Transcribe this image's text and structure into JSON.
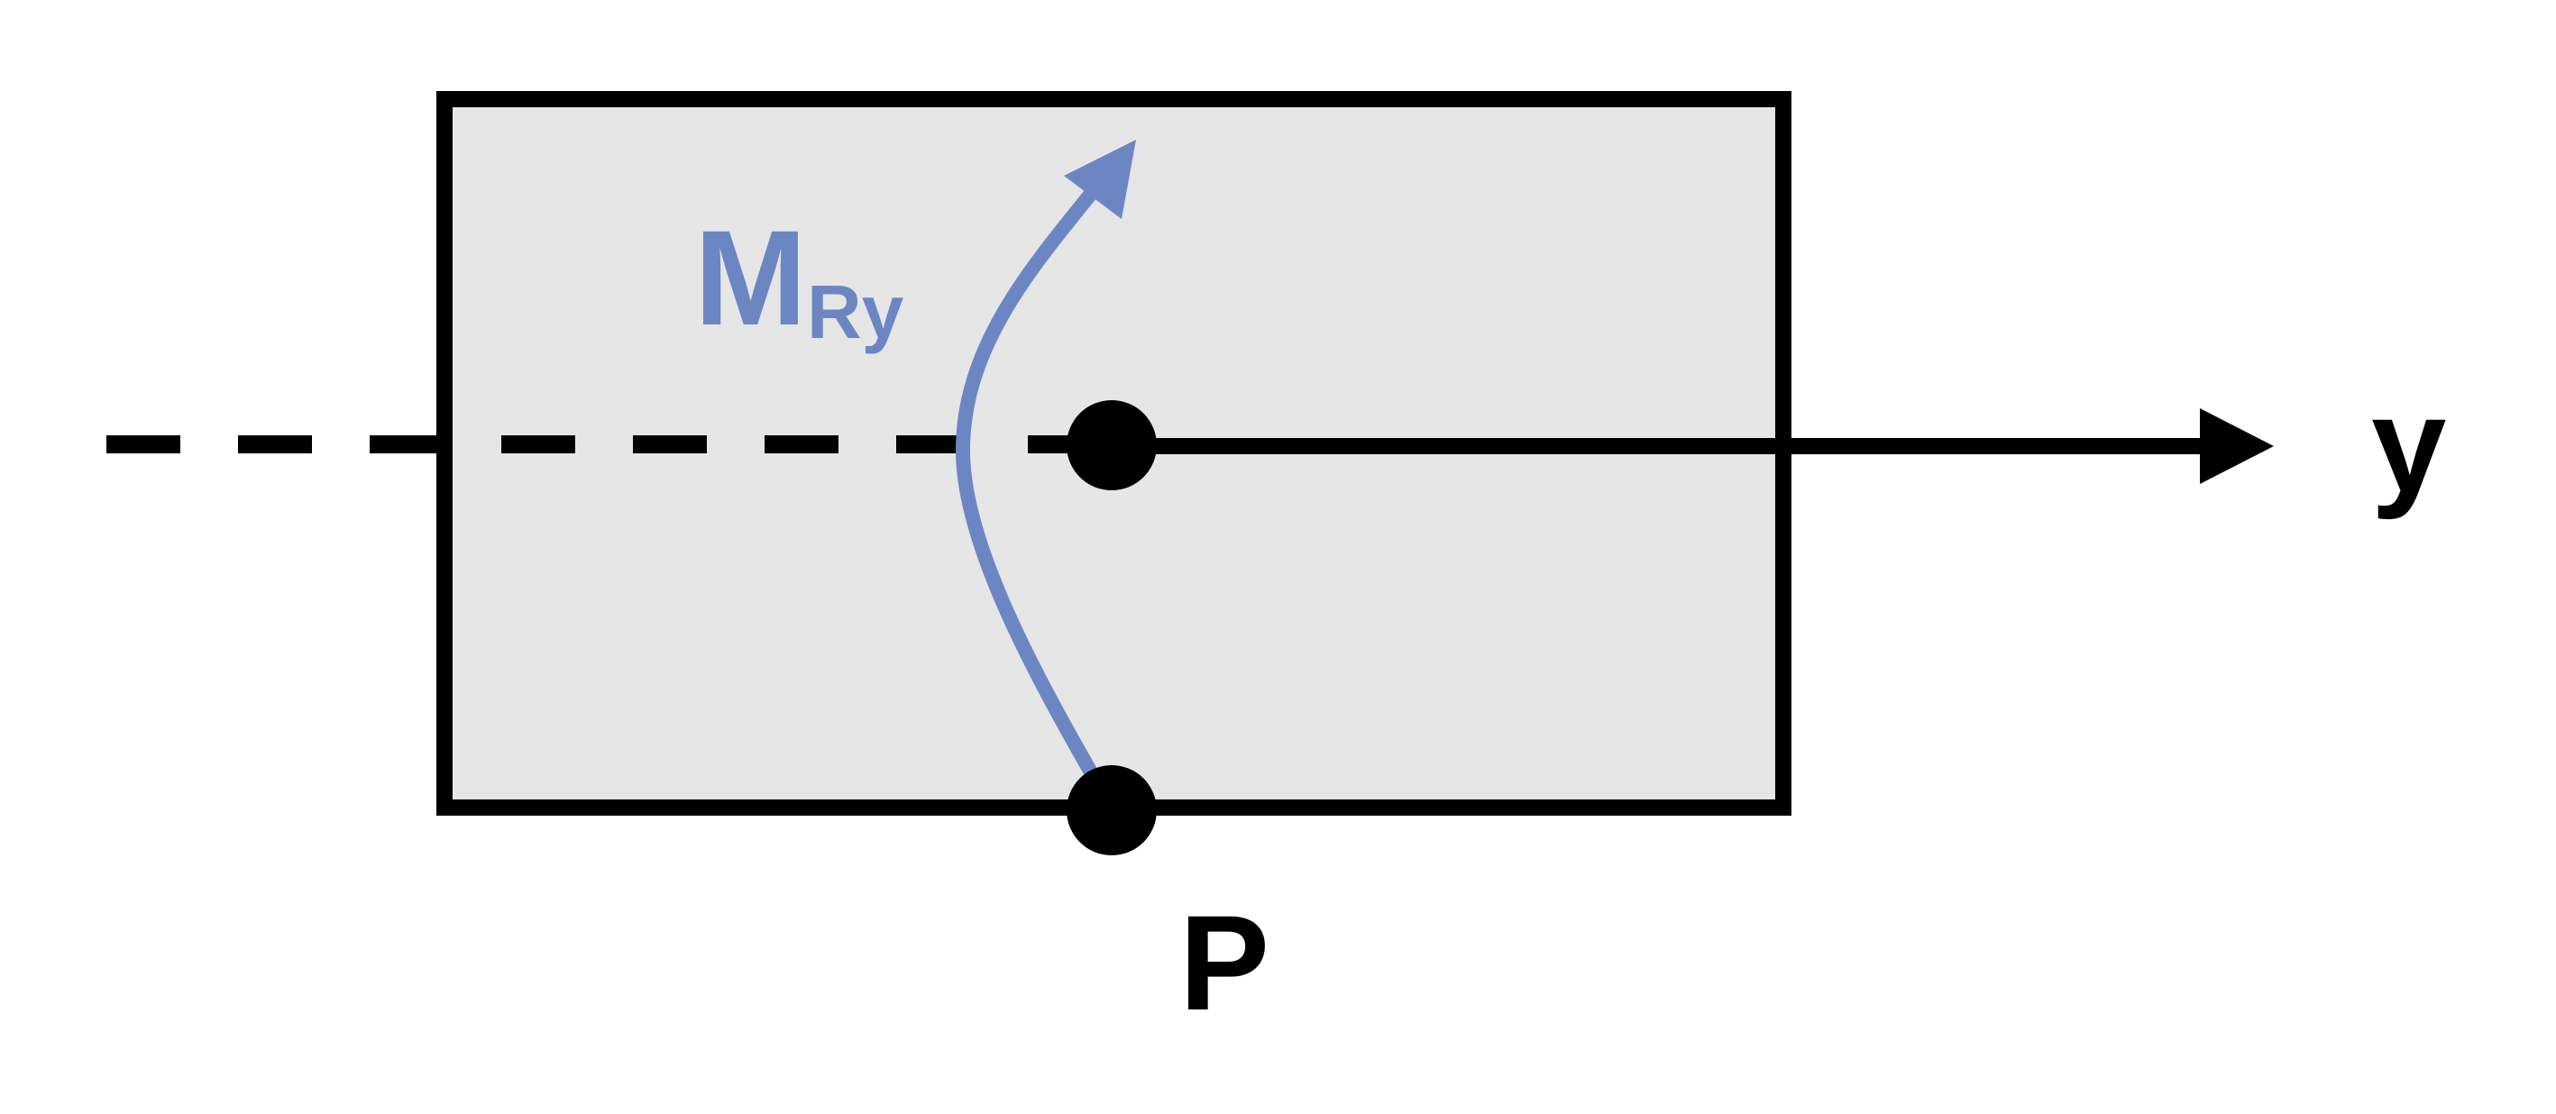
{
  "labels": {
    "moment_main": "M",
    "moment_subscript": "Ry",
    "axis": "y",
    "point": "P"
  },
  "colors": {
    "box_fill": "#e6e6e7",
    "stroke": "#000000",
    "moment": "#6c86c3",
    "background": "#ffffff"
  }
}
